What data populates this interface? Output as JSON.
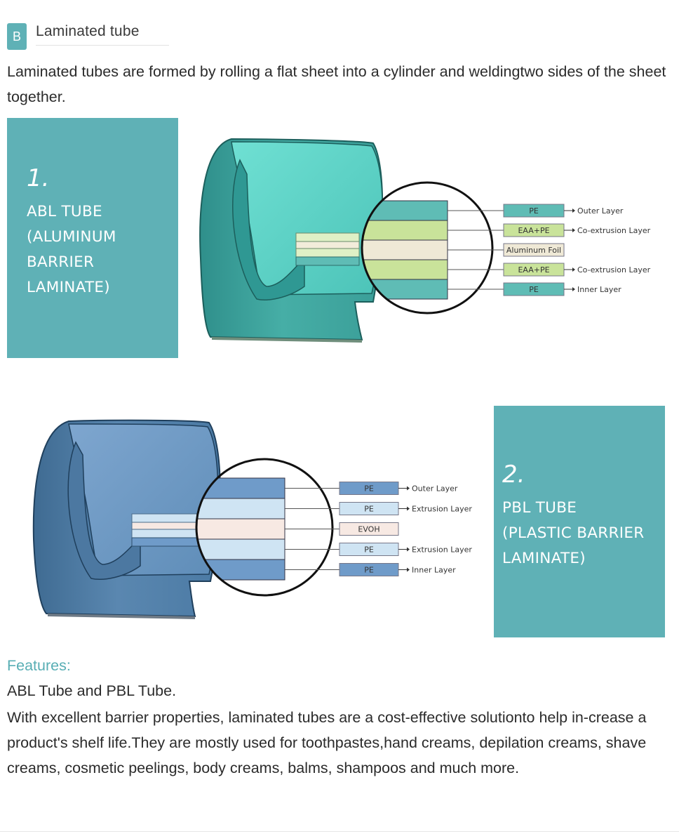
{
  "section": {
    "badge": "B",
    "title": "Laminated tube"
  },
  "intro": "Laminated tubes are formed by rolling a flat sheet into a cylinder and weldingtwo sides of the sheet together.",
  "abl": {
    "number": "1.",
    "title_lines": [
      "ABL TUBE",
      "(ALUMINUM",
      "BARRIER",
      "LAMINATE)"
    ],
    "layers": [
      {
        "material": "PE",
        "role": "Outer Layer",
        "color": "#5fbcb5"
      },
      {
        "material": "EAA+PE",
        "role": "Co-extrusion Layer",
        "color": "#c9e39a"
      },
      {
        "material": "Aluminum Foil",
        "role": "",
        "color": "#efe9d6"
      },
      {
        "material": "EAA+PE",
        "role": "Co-extrusion Layer",
        "color": "#c9e39a"
      },
      {
        "material": "PE",
        "role": "Inner Layer",
        "color": "#5fbcb5"
      }
    ]
  },
  "pbl": {
    "number": "2.",
    "title_lines": [
      "PBL TUBE",
      "(PLASTIC BARRIER",
      "LAMINATE)"
    ],
    "layers": [
      {
        "material": "PE",
        "role": "Outer Layer",
        "color": "#6f9bc9"
      },
      {
        "material": "PE",
        "role": "Extrusion Layer",
        "color": "#cfe4f3"
      },
      {
        "material": "EVOH",
        "role": "",
        "color": "#f7e9e3"
      },
      {
        "material": "PE",
        "role": "Extrusion Layer",
        "color": "#cfe4f3"
      },
      {
        "material": "PE",
        "role": "Inner Layer",
        "color": "#6f9bc9"
      }
    ]
  },
  "features": {
    "heading": "Features:",
    "subheading": "ABL Tube and PBL Tube.",
    "body": "With excellent barrier properties, laminated tubes are a cost-effective solutionto help in-crease a product's shelf life.They are mostly used for toothpastes,hand creams, depilation creams, shave creams, cosmetic peelings, body creams, balms, shampoos and much more."
  },
  "colors": {
    "accent": "#5fb1b6",
    "abl_tube": "#4fb3ad",
    "pbl_tube": "#5a87b0"
  }
}
